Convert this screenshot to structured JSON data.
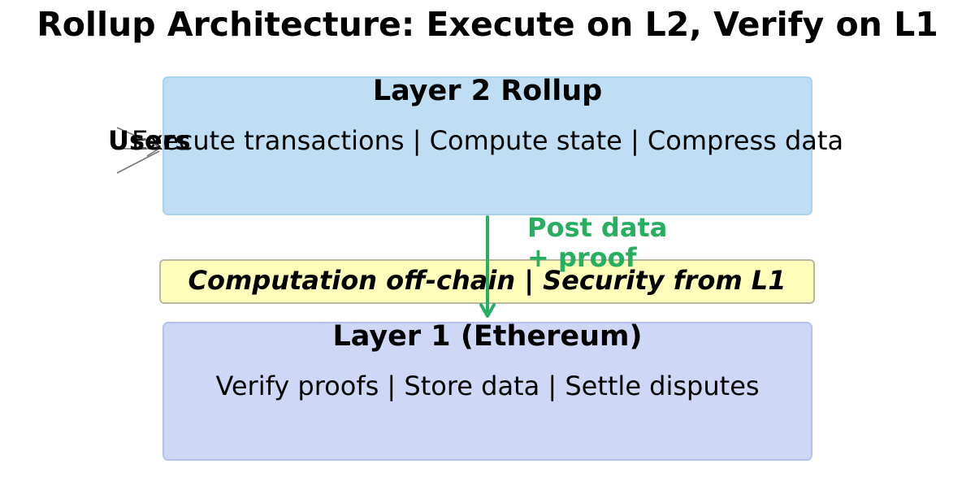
{
  "title": "Rollup Architecture: Execute on L2, Verify on L1",
  "layer2": {
    "heading": "Layer 2 Rollup",
    "detail": "Execute transactions | Compute state | Compress data",
    "color": "#c0def3"
  },
  "layer1": {
    "heading": "Layer 1 (Ethereum)",
    "detail": "Verify proofs | Store data | Settle disputes",
    "color": "#cfd7f7"
  },
  "banner": {
    "text": "Computation off-chain | Security from L1",
    "color": "#fefdb9"
  },
  "users": {
    "label": "Users",
    "arrow_color": "#777777"
  },
  "post": {
    "line1": "Post data",
    "line2": "+ proof",
    "color": "#27ae60"
  }
}
